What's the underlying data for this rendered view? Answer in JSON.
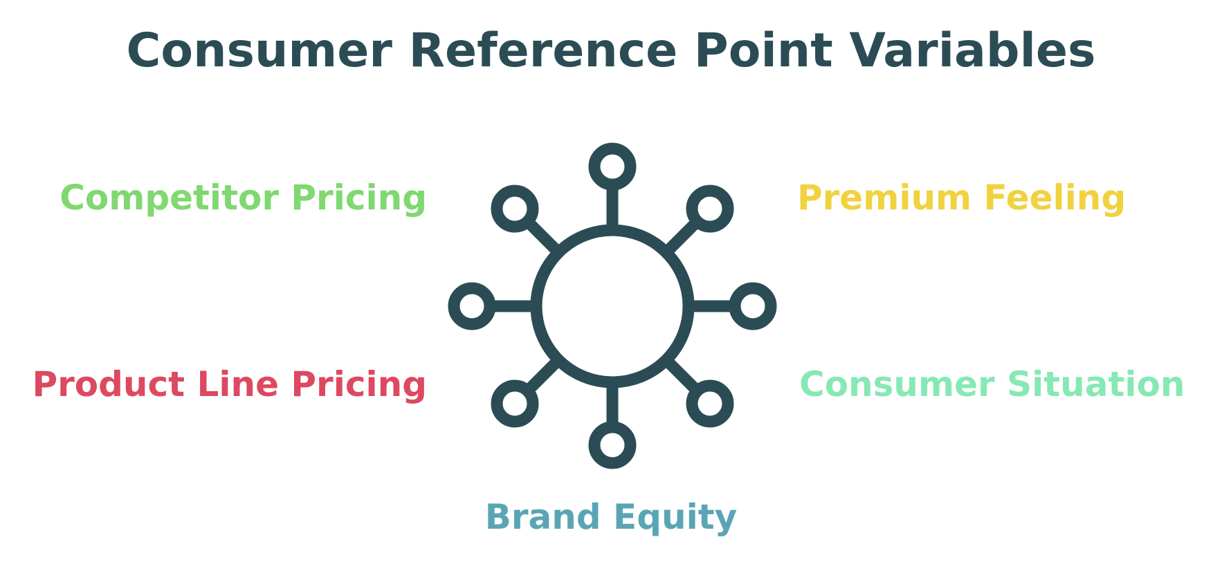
{
  "title": "Consumer Reference Point Variables",
  "colors": {
    "title": "#2b4c55",
    "hub": "#2b4c55",
    "competitor_pricing": "#7fd870",
    "product_line_pricing": "#dc4960",
    "premium_feeling": "#f0d23f",
    "consumer_situation": "#86e9b4",
    "brand_equity": "#5aa5b5"
  },
  "icon": "network-hub-icon",
  "labels": {
    "competitor_pricing": "Competitor Pricing",
    "product_line_pricing": "Product Line Pricing",
    "premium_feeling": "Premium Feeling",
    "consumer_situation": "Consumer Situation",
    "brand_equity": "Brand Equity"
  }
}
